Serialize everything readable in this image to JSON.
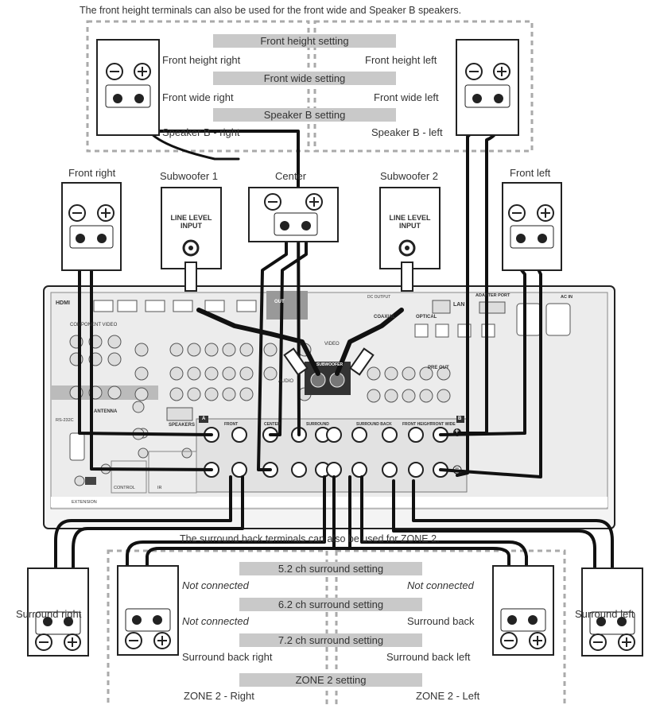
{
  "top_note": "The front height terminals can also be used for the front wide and Speaker B speakers.",
  "bottom_note": "The surround back terminals can also be used for ZONE 2.",
  "top_settings": [
    {
      "bar": "Front height setting",
      "right": "Front height right",
      "left": "Front height left"
    },
    {
      "bar": "Front wide setting",
      "right": "Front wide right",
      "left": "Front wide left"
    },
    {
      "bar": "Speaker B setting",
      "right": "Speaker B - right",
      "left": "Speaker B - left"
    }
  ],
  "speakers": {
    "front_right": "Front right",
    "subwoofer1": "Subwoofer 1",
    "center": "Center",
    "subwoofer2": "Subwoofer 2",
    "front_left": "Front left",
    "surround_right": "Surround right",
    "surround_left": "Surround left",
    "line_level_input": "LINE LEVEL\nINPUT"
  },
  "bottom_settings": [
    {
      "bar": "5.2 ch surround setting",
      "right": "Not connected",
      "left": "Not connected",
      "italic_right": true,
      "italic_left": true
    },
    {
      "bar": "6.2 ch surround setting",
      "right": "Not connected",
      "left": "Surround back",
      "italic_right": true,
      "italic_left": false
    },
    {
      "bar": "7.2 ch surround setting",
      "right": "Surround back right",
      "left": "Surround back left",
      "italic_right": false,
      "italic_left": false
    },
    {
      "bar": "ZONE 2 setting",
      "right": "ZONE 2 - Right",
      "left": "ZONE 2 - Left",
      "italic_right": false,
      "italic_left": false
    }
  ],
  "receiver_labels": {
    "hdmi": "HDMI",
    "component_video": "COMPONENT VIDEO",
    "antenna": "ANTENNA",
    "speakers": "SPEAKERS",
    "front": "FRONT",
    "center": "CENTER",
    "surround": "SURROUND",
    "surround_back": "SURROUND BACK",
    "front_height": "FRONT HEIGHT",
    "front_wide": "FRONT WIDE",
    "lan": "LAN",
    "pre_out": "PRE OUT",
    "subwoofer": "SUBWOOFER",
    "ac_in": "AC IN",
    "control": "CONTROL",
    "ir": "IR",
    "extension": "EXTENSION",
    "video": "VIDEO",
    "audio": "AUDIO",
    "optical": "OPTICAL",
    "coaxial": "COAXIAL",
    "out": "OUT",
    "adapter_port": "ADAPTER PORT",
    "dc_output": "DC OUTPUT",
    "rs232c": "RS-232C",
    "sp_a": "A",
    "sp_b": "B",
    "plus": "+",
    "minus": "−"
  }
}
